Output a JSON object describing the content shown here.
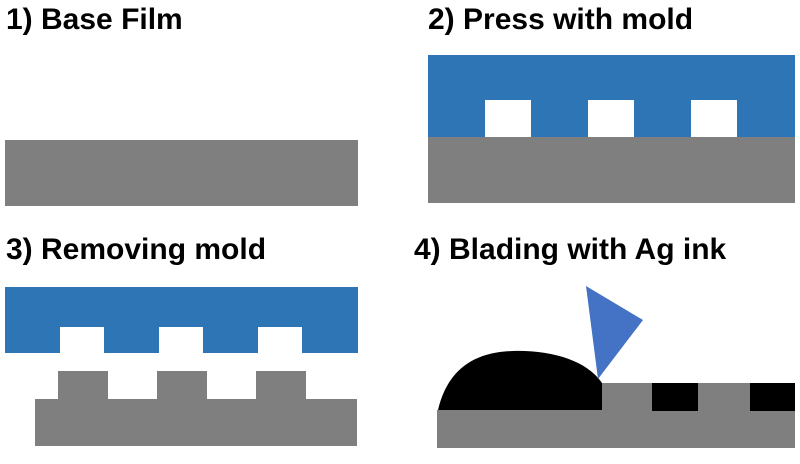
{
  "colors": {
    "background": "#ffffff",
    "text": "#000000",
    "gray": "#7f7f7f",
    "mold_blue": "#2e75b6",
    "blade_blue": "#4472c4",
    "ink_black": "#000000"
  },
  "steps": [
    {
      "label": "1) Base Film"
    },
    {
      "label": "2) Press with mold"
    },
    {
      "label": "3) Removing mold"
    },
    {
      "label": "4) Blading with Ag ink"
    }
  ]
}
